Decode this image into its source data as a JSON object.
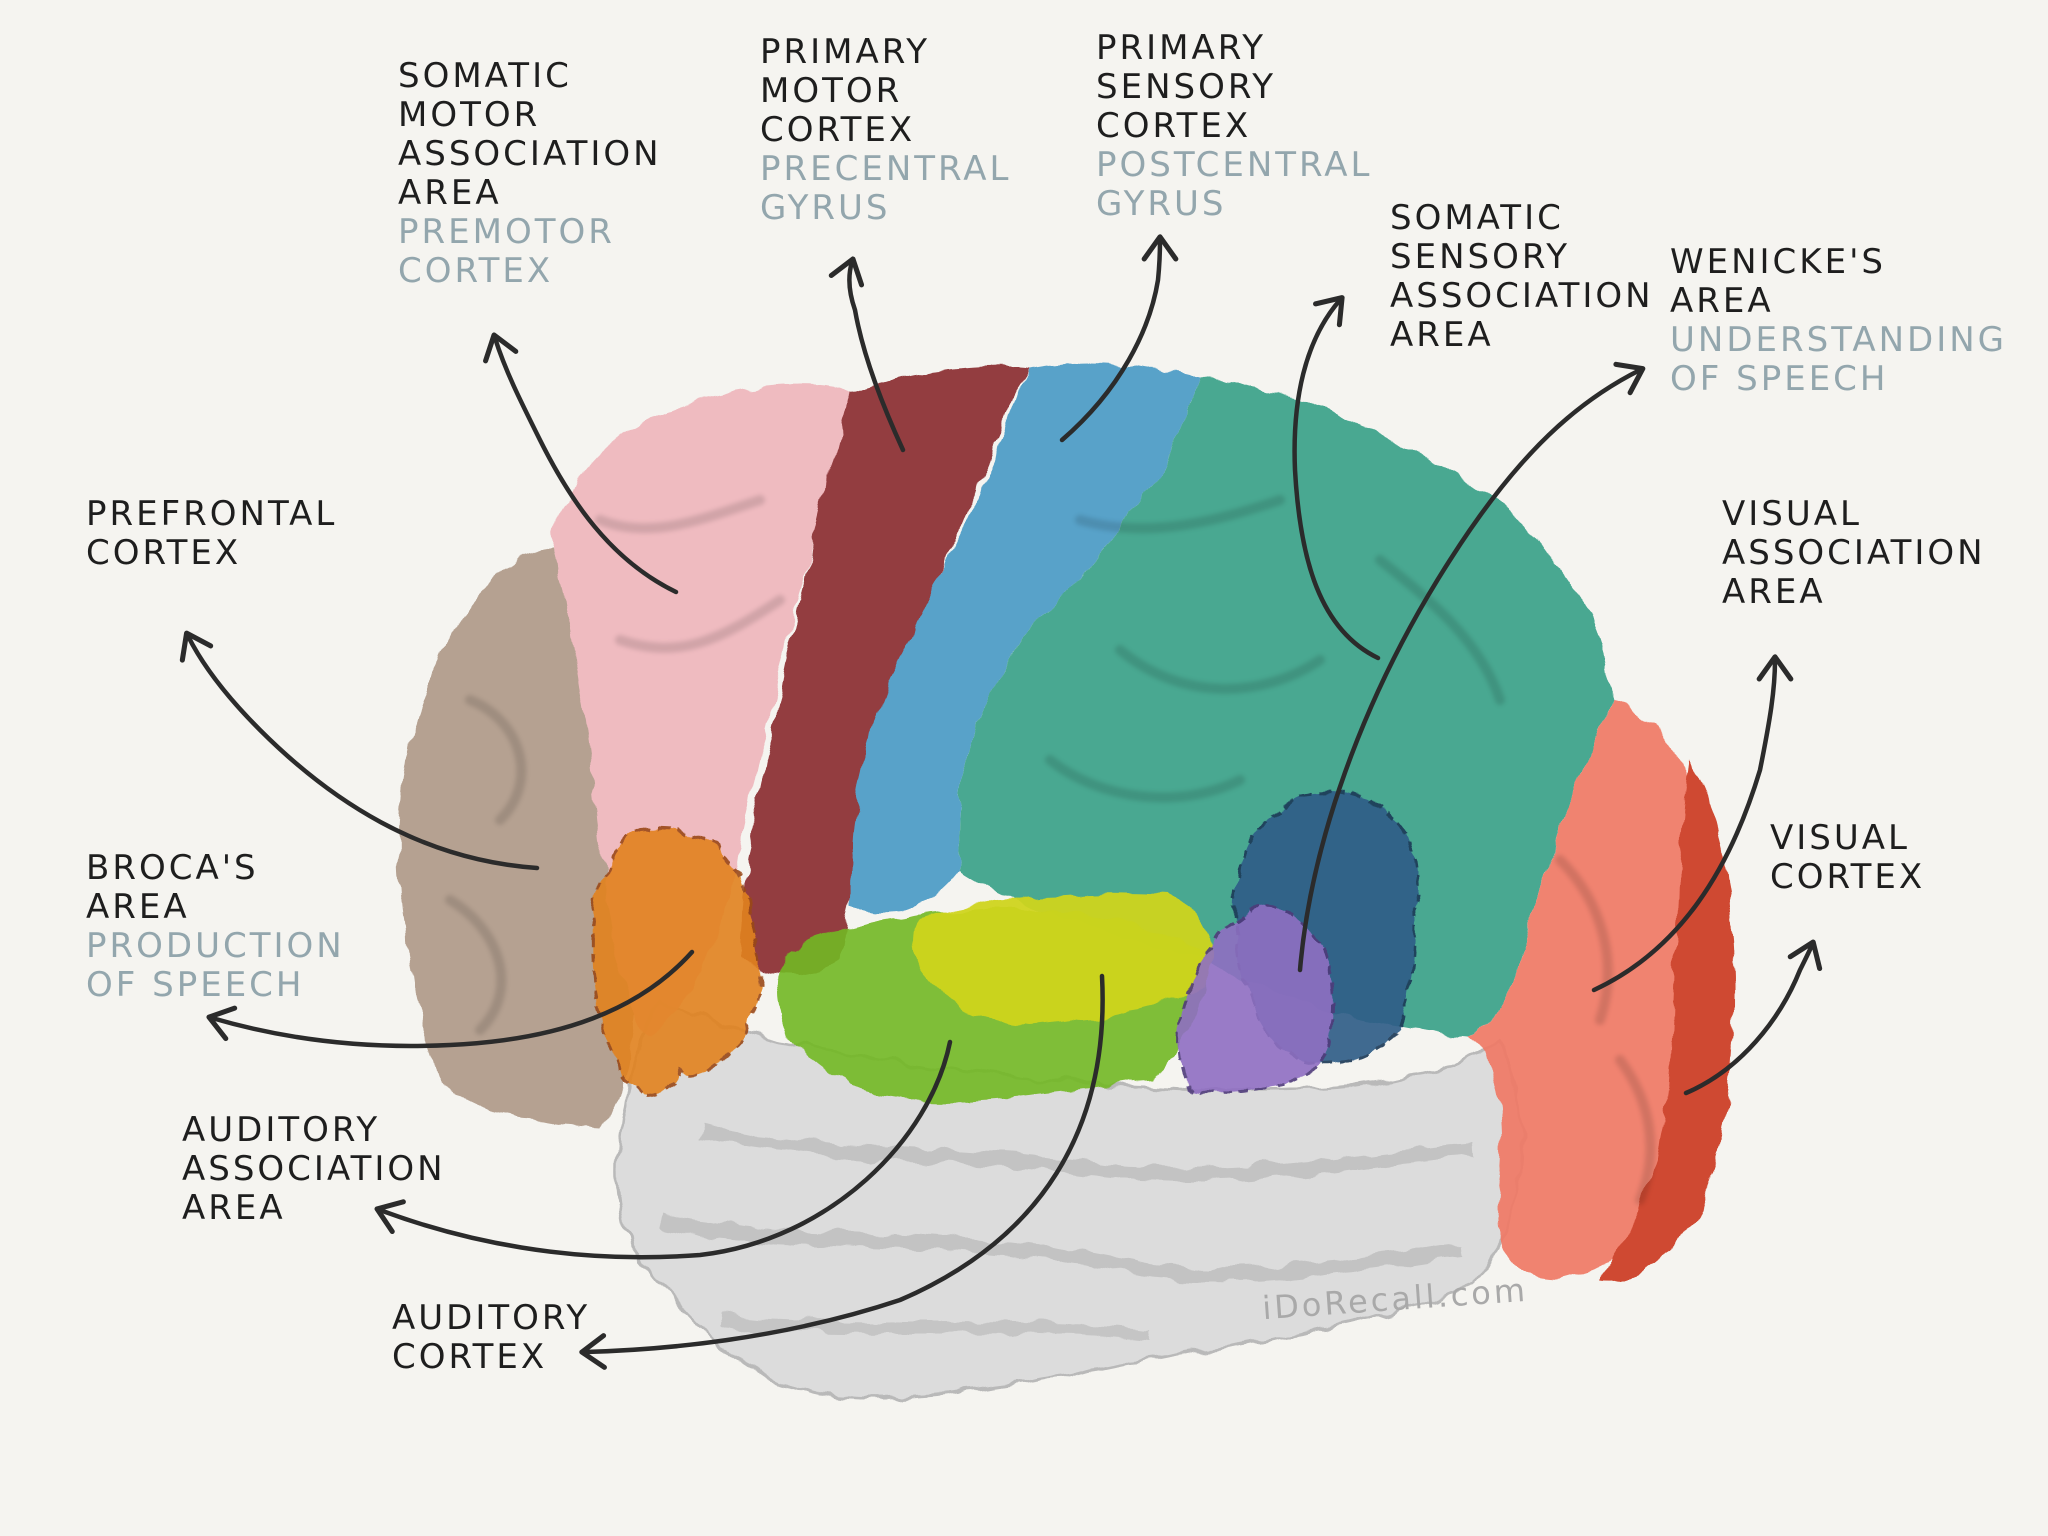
{
  "labels": {
    "somatic_motor": {
      "lines": [
        "Somatic",
        "Motor",
        "Association",
        "Area"
      ],
      "sub": [
        "Premotor",
        "Cortex"
      ]
    },
    "primary_motor": {
      "lines": [
        "Primary",
        "Motor",
        "Cortex"
      ],
      "sub": [
        "Precentral",
        "Gyrus"
      ]
    },
    "primary_sensory": {
      "lines": [
        "Primary",
        "Sensory",
        "Cortex"
      ],
      "sub": [
        "Postcentral",
        "Gyrus"
      ]
    },
    "somatic_sensory": {
      "lines": [
        "Somatic",
        "Sensory",
        "Association",
        "Area"
      ]
    },
    "wernicke": {
      "lines": [
        "Wenicke's",
        "Area"
      ],
      "sub": [
        "Understanding",
        "of Speech"
      ]
    },
    "prefrontal": {
      "lines": [
        "Prefrontal",
        "Cortex"
      ]
    },
    "visual_association": {
      "lines": [
        "Visual",
        "Association",
        "Area"
      ]
    },
    "broca": {
      "lines": [
        "Broca's",
        "Area"
      ],
      "sub": [
        "Production",
        "of Speech"
      ]
    },
    "visual_cortex": {
      "lines": [
        "Visual",
        "Cortex"
      ]
    },
    "auditory_association": {
      "lines": [
        "Auditory",
        "Association",
        "Area"
      ]
    },
    "auditory_cortex": {
      "lines": [
        "Auditory",
        "Cortex"
      ]
    }
  },
  "watermark": "iDoRecall.com",
  "colors": {
    "background": "#f5f4f0",
    "label_text": "#1e1e1e",
    "sub_text": "#93a6ad",
    "arrow": "#2b2b2b",
    "temporal_lobe": "#dcdcdc",
    "prefrontal": "#b09a8a",
    "premotor": "#efb7bc",
    "primary_motor": "#8b2e33",
    "primary_sensory": "#4c9cc6",
    "somatic_sensory_association": "#3aa28a",
    "wernicke": "#2f5e88",
    "visual_association": "#f07a66",
    "visual_cortex": "#cc3a22",
    "broca": "#e2821f",
    "auditory_association": "#72b823",
    "auditory_cortex": "#cfd41f",
    "angular": "#8f6fc2"
  },
  "icons": [
    "arrow-icon"
  ]
}
